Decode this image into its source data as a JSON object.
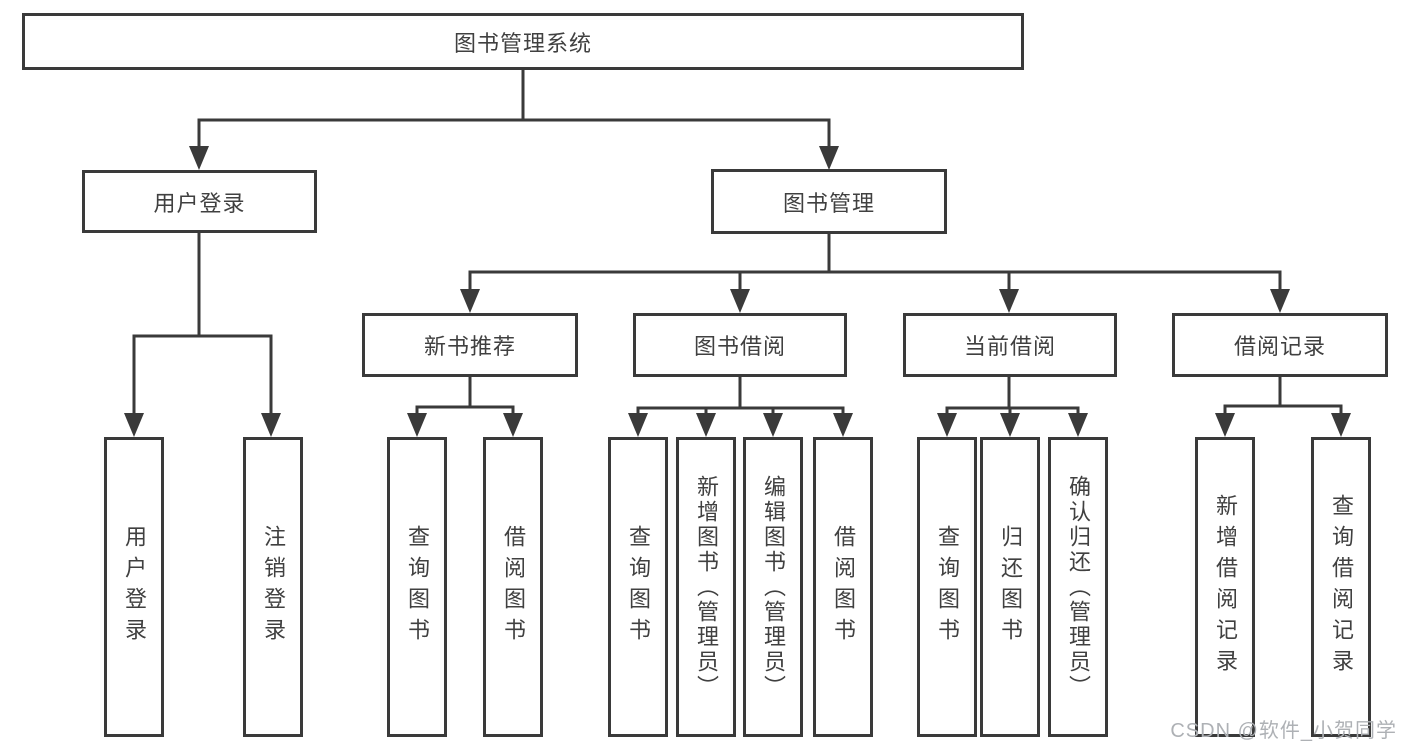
{
  "diagram": {
    "root": "图书管理系统",
    "level2": {
      "user_login": "用户登录",
      "book_mgmt": "图书管理"
    },
    "level3": {
      "new_books": "新书推荐",
      "borrow": "图书借阅",
      "current": "当前借阅",
      "records": "借阅记录"
    },
    "leaves": {
      "a1": "用户登录",
      "a2": "注销登录",
      "b1": "查询图书",
      "b2": "借阅图书",
      "c1": "查询图书",
      "c2": "新增图书（管理员）",
      "c3": "编辑图书（管理员）",
      "c4": "借阅图书",
      "d1": "查询图书",
      "d2": "归还图书",
      "d3": "确认归还（管理员）",
      "e1": "新增借阅记录",
      "e2": "查询借阅记录"
    },
    "colors": {
      "stroke": "#3a3a3a",
      "watermark": "#aeb1b5",
      "background": "#ffffff"
    },
    "watermark": "CSDN @软件_小贺同学"
  }
}
